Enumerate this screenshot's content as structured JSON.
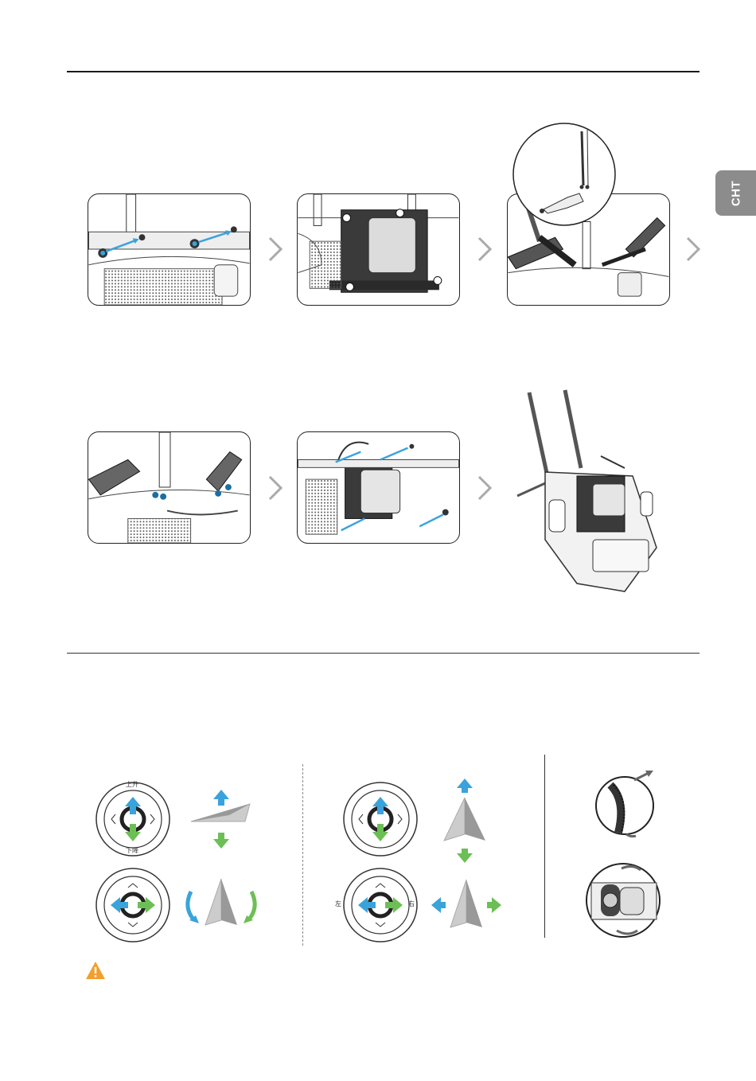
{
  "side_tab": {
    "label": "CHT",
    "color": "#8c8c8c"
  },
  "colors": {
    "arrow_blue": "#3aa3dc",
    "arrow_green": "#6cbf55",
    "warning": "#f0a030"
  },
  "stick_labels": {
    "up": "上升",
    "down": "下降",
    "left": "左",
    "right": "右"
  },
  "icons": {
    "next_step": "chevron-right-icon",
    "warning": "warning-triangle-icon"
  }
}
